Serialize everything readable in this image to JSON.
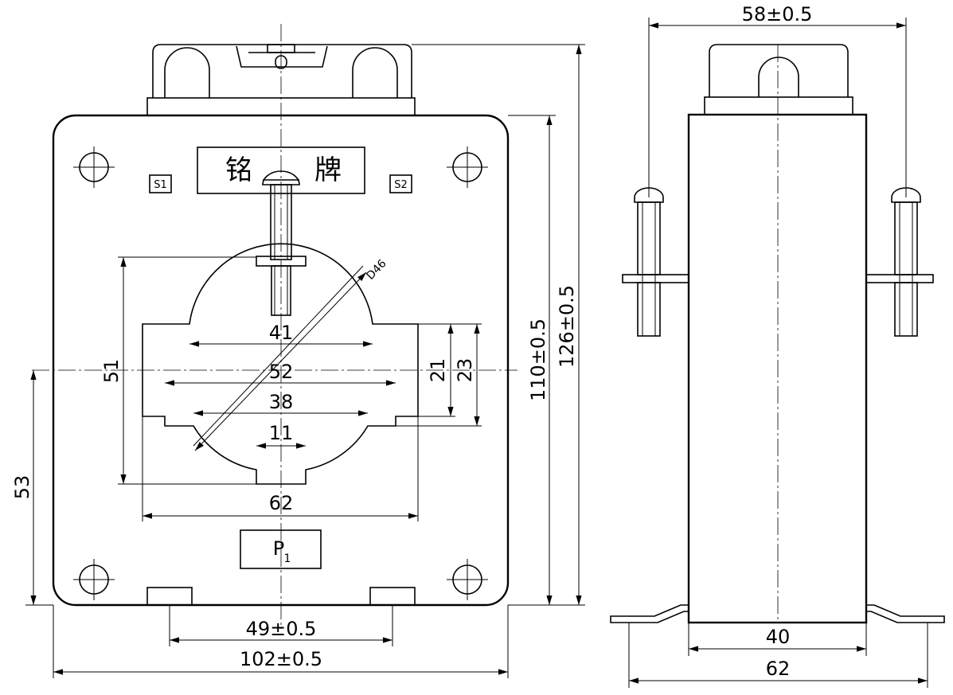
{
  "front_view": {
    "nameplate_left_char": "铭",
    "nameplate_right_char": "牌",
    "terminal_s1": "S1",
    "terminal_s2": "S2",
    "terminal_p1_main": "P",
    "terminal_p1_sub": "1",
    "diameter_label": "D46"
  },
  "dimensions": {
    "window_top_width": "41",
    "window_mid_width": "52",
    "window_low_width": "38",
    "window_notch_width": "11",
    "window_overall_width": "62",
    "window_height": "51",
    "slot_height_inner": "21",
    "slot_height_outer": "23",
    "body_height": "110±0.5",
    "overall_height": "126±0.5",
    "center_height": "53",
    "mount_spacing": "49±0.5",
    "body_width": "102±0.5",
    "side_top_width": "58±0.5",
    "side_body_depth": "40",
    "side_base_width": "62"
  }
}
